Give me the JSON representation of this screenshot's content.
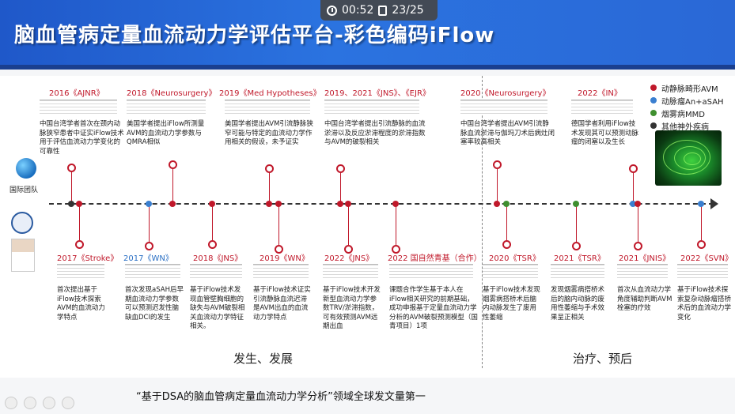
{
  "overlay": {
    "time": "00:52",
    "page": "23/25"
  },
  "title": "脑血管病定量血流动力学评估平台-彩色编码iFlow",
  "left_badges": {
    "intl": "国际团队"
  },
  "phases": {
    "left": "发生、发展",
    "right": "治疗、预后"
  },
  "footer": "“基于DSA的脑血管病定量血流动力学分析”领域全球发文量第一",
  "legend": [
    {
      "label": "动静脉畸形AVM",
      "color": "#c0182a"
    },
    {
      "label": "动脉瘤An+aSAH",
      "color": "#3a7fd0"
    },
    {
      "label": "烟雾病MMD",
      "color": "#3f8f2f"
    },
    {
      "label": "其他神外疾病",
      "color": "#333333"
    }
  ],
  "top_events": [
    {
      "label": "2016《AJNR》",
      "desc": "中国台湾学者首次在颈内动脉狭窄患者中证实iFlow技术用于评估血流动力学变化的可靠性"
    },
    {
      "label": "2018《Neurosurgery》",
      "desc": "美国学者提出iFlow所测量AVM的血流动力学参数与QMRA相似"
    },
    {
      "label": "2019《Med Hypotheses》",
      "desc": "美国学者提出AVM引流静脉狭窄可能与特定的血流动力学作用相关的假设，未予证实"
    },
    {
      "label": "2019、2021《JNS》、《EJR》",
      "desc": "中国台湾学者提出引流静脉的血流淤滞以及反应淤滞程度的淤滞指数与AVM的破裂相关"
    },
    {
      "label": "2020《Neurosurgery》",
      "desc": "中国台湾学者提出AVM引流静脉血流淤滞与伽玛刀术后病灶闭塞率较高相关"
    },
    {
      "label": "2022《IN》",
      "desc": "德国学者利用iFlow技术发现其可以预测动脉瘤的闭塞以及生长"
    }
  ],
  "bottom_events": [
    {
      "label": "2017《Stroke》",
      "desc": "首次提出基于iFlow技术探索AVM的血流动力学特点"
    },
    {
      "label": "2017《WN》",
      "desc": "首次发现aSAH后早期血流动力学参数可以预测迟发性脑缺血DCI的发生"
    },
    {
      "label": "2018《JNS》",
      "desc": "基于iFlow技术发现血管壁胸细胞的缺失与AVM破裂相关血流动力学特征相关。"
    },
    {
      "label": "2019《WN》",
      "desc": "基于iFlow技术证实引流静脉血流迟滞是AVM出血的血流动力学特点"
    },
    {
      "label": "2022《JNS》",
      "desc": "基于iFlow技术开发新型血流动力学参数TRV/淤滞指数，可有效预测AVM远期出血"
    },
    {
      "label": "2022 国自然青基（合作）",
      "desc": "课题合作学生基于本人在iFlow相关研究的前期基础，成功申报基于定量血流动力学分析的AVM破裂预测模型（国青项目）1项"
    },
    {
      "label": "2020《TSR》",
      "desc": "基于iFlow技术发现烟雾病搭桥术后脑内动脉发生了废用性萎缩"
    },
    {
      "label": "2021《TSR》",
      "desc": "发现烟雾病搭桥术后的脑内动脉的废用性萎缩与手术效果呈正相关"
    },
    {
      "label": "2021《JNIS》",
      "desc": "首次从血流动力学角度辅助判断AVM栓塞的疗效"
    },
    {
      "label": "2022《SVN》",
      "desc": "基于iFlow技术探索复杂动脉瘤搭桥术后的血流动力学变化"
    }
  ]
}
